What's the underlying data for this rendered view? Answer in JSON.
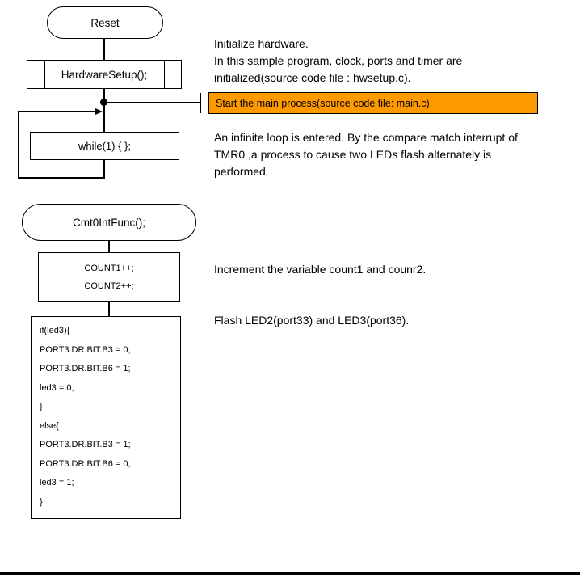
{
  "palette": {
    "accent_orange": "#FF9900",
    "line_color": "#000000",
    "background": "#FFFFFF"
  },
  "flowchart": {
    "reset_label": "Reset",
    "hwsetup_label": "HardwareSetup();",
    "while_label": "while(1) { };",
    "cmt0_label": "Cmt0IntFunc();",
    "count_box": {
      "line1": "COUNT1++;",
      "line2": "COUNT2++;"
    },
    "code_box": {
      "lines": [
        "if(led3){",
        "PORT3.DR.BIT.B3 = 0;",
        "PORT3.DR.BIT.B6 = 1;",
        "led3 = 0;",
        "}",
        "else{",
        "PORT3.DR.BIT.B3 = 1;",
        "PORT3.DR.BIT.B6 = 0;",
        "led3 = 1;",
        "}"
      ]
    }
  },
  "annotations": {
    "init_hw": {
      "line1": "Initialize hardware.",
      "line2": "In this sample program, clock, ports and timer are",
      "line3": "initialized(source code file : hwsetup.c)."
    },
    "start_main": "Start the main process(source code file: main.c).",
    "infinite_loop": {
      "line1": "An infinite loop is entered. By the compare match interrupt of",
      "line2": "TMR0 ,a process to cause two LEDs flash alternately is",
      "line3": "performed."
    },
    "increment": "Increment the variable count1 and counr2.",
    "flash": "Flash LED2(port33) and LED3(port36)."
  }
}
